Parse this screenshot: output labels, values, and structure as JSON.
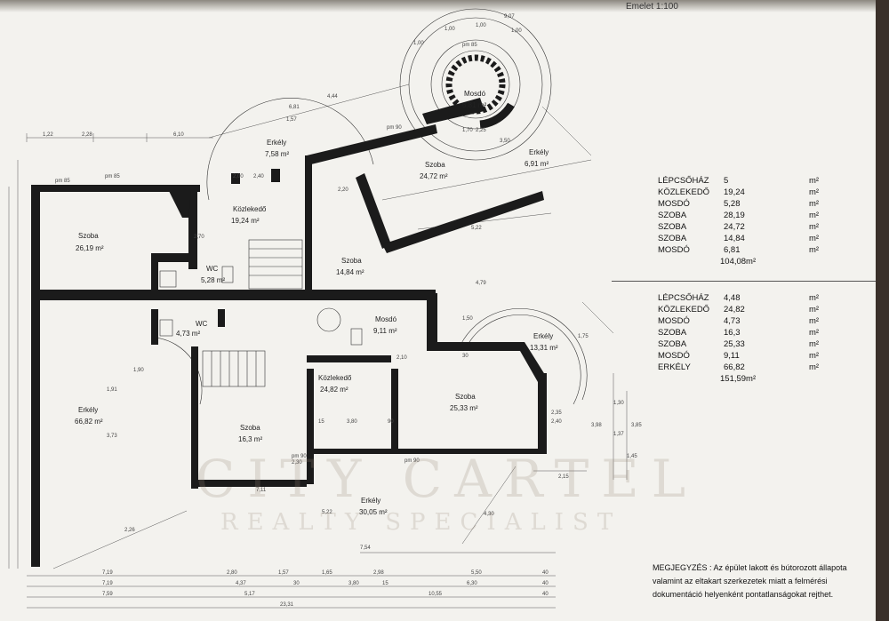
{
  "scale": "Emelet  1:100",
  "rooms": [
    {
      "name": "Szoba",
      "area": "26,19 m²"
    },
    {
      "name": "Közlekedő",
      "area": "19,24 m²"
    },
    {
      "name": "Erkély",
      "area": "7,58 m²"
    },
    {
      "name": "Mosdó",
      "area": "6,81 m²"
    },
    {
      "name": "Szoba",
      "area": "24,72 m²"
    },
    {
      "name": "Erkély",
      "area": "6,91 m²"
    },
    {
      "name": "WC",
      "area": "5,28 m²"
    },
    {
      "name": "Szoba",
      "area": "14,84 m²"
    },
    {
      "name": "WC",
      "area": "4,73 m²"
    },
    {
      "name": "Mosdó",
      "area": "9,11 m²"
    },
    {
      "name": "Erkély",
      "area": "13,31 m²"
    },
    {
      "name": "Erkély",
      "area": "66,82 m²"
    },
    {
      "name": "Közlekedő",
      "area": "24,82 m²"
    },
    {
      "name": "Szoba",
      "area": "25,33 m²"
    },
    {
      "name": "Szoba",
      "area": "16,3 m²"
    },
    {
      "name": "Erkély",
      "area": "30,05 m²"
    }
  ],
  "dimensions": {
    "top": [
      "9,07",
      "1,00",
      "1,00",
      "1,00",
      "1,00",
      "6,81",
      "4,44",
      "1,57",
      "1,22",
      "2,28",
      "6,10",
      "pm 85",
      "pm 85",
      "pm 90",
      "pm 85"
    ],
    "side": [
      "2,00",
      "2,40",
      "2,70",
      "2,20",
      "3,50",
      "1,70",
      "2,25",
      "2,10",
      "2,30",
      "4,79",
      "1,50",
      "3,73",
      "1,91",
      "1,90",
      "1,30",
      "3,98",
      "1,37",
      "1,45",
      "3,85"
    ],
    "bottom": [
      [
        "7,19",
        "2,80",
        "1,57",
        "1,65",
        "2,98",
        "5,50",
        "40"
      ],
      [
        "7,19",
        "4,37",
        "30",
        "3,80",
        "15",
        "6,30",
        "40"
      ],
      [
        "7,59",
        "5,17",
        "10,55",
        "40"
      ],
      [
        "23,31"
      ]
    ],
    "misc": [
      "7,54",
      "4,30",
      "2,15",
      "2,35",
      "2,40",
      "3,80",
      "30",
      "15",
      "90",
      "pm 90",
      "pm 90",
      "7,11",
      "2,26",
      "5,22",
      "1,75"
    ]
  },
  "legend1": {
    "rows": [
      {
        "label": "LÉPCSŐHÁZ",
        "value": "5",
        "unit": "m²"
      },
      {
        "label": "KÖZLEKEDŐ",
        "value": "19,24",
        "unit": "m²"
      },
      {
        "label": "MOSDÓ",
        "value": "5,28",
        "unit": "m²"
      },
      {
        "label": "SZOBA",
        "value": "28,19",
        "unit": "m²"
      },
      {
        "label": "SZOBA",
        "value": "24,72",
        "unit": "m²"
      },
      {
        "label": "SZOBA",
        "value": "14,84",
        "unit": "m²"
      },
      {
        "label": "MOSDÓ",
        "value": "6,81",
        "unit": "m²"
      }
    ],
    "total": "104,08m²"
  },
  "legend2": {
    "rows": [
      {
        "label": "LÉPCSŐHÁZ",
        "value": "4,48",
        "unit": "m²"
      },
      {
        "label": "KÖZLEKEDŐ",
        "value": "24,82",
        "unit": "m²"
      },
      {
        "label": "MOSDÓ",
        "value": "4,73",
        "unit": "m²"
      },
      {
        "label": "SZOBA",
        "value": "16,3",
        "unit": "m²"
      },
      {
        "label": "SZOBA",
        "value": "25,33",
        "unit": "m²"
      },
      {
        "label": "MOSDÓ",
        "value": "9,11",
        "unit": "m²"
      },
      {
        "label": "ERKÉLY",
        "value": "66,82",
        "unit": "m²"
      }
    ],
    "total": "151,59m²"
  },
  "note": "MEGJEGYZÉS : Az épület lakott és bútorozott állapota valamint az eltakart szerkezetek miatt a felmérési dokumentáció helyenként pontatlanságokat rejthet.",
  "watermark": {
    "line1": "CITY CARTEL",
    "line2": "REALTY SPECIALIST"
  }
}
